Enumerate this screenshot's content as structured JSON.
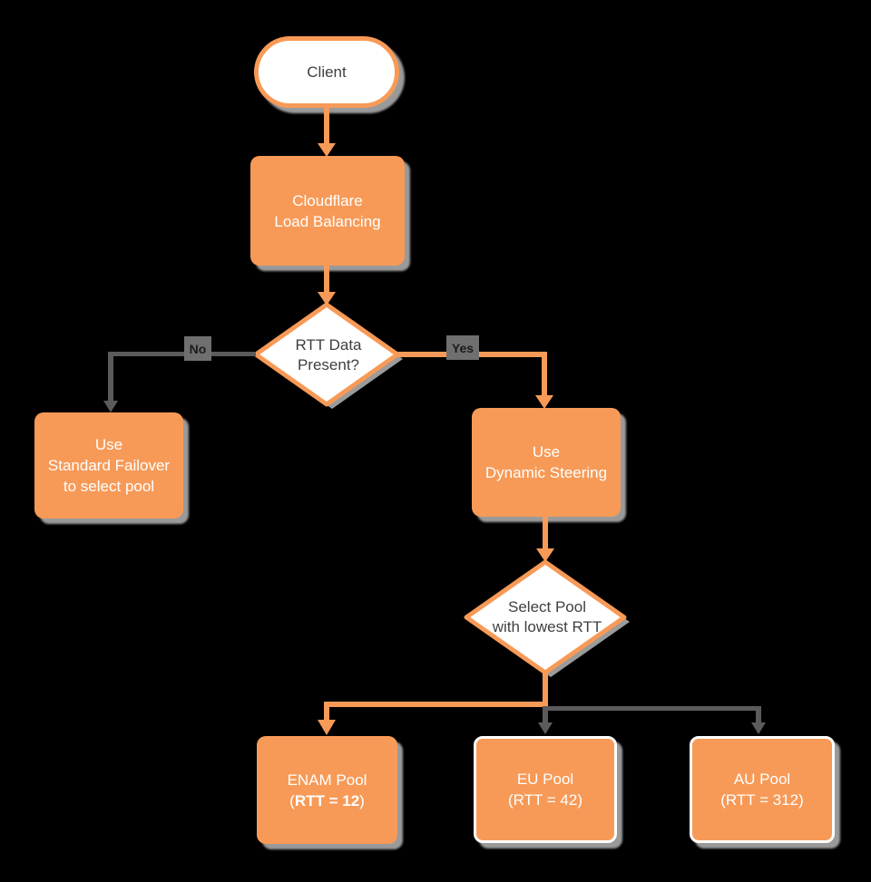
{
  "colors": {
    "node_orange": "#F79A57",
    "connector_gray": "#5B5B5B",
    "shadow_gray": "#9A9A9A",
    "background": "#000000",
    "node_text_light": "#FFFFFF",
    "node_text_dark": "#3F3F3F"
  },
  "nodes": {
    "client": {
      "label": "Client"
    },
    "load_balancing": {
      "line1": "Cloudflare",
      "line2": "Load Balancing"
    },
    "rtt_decision": {
      "line1": "RTT Data",
      "line2": "Present?"
    },
    "standard_failover": {
      "line1": "Use",
      "line2": "Standard Failover",
      "line3": "to select pool"
    },
    "dynamic_steering": {
      "line1": "Use",
      "line2": "Dynamic Steering"
    },
    "select_pool": {
      "line1": "Select Pool",
      "line2": "with lowest RTT"
    },
    "enam_pool": {
      "line1": "ENAM Pool",
      "line2_open": "(",
      "line2_bold": "RTT = 12",
      "line2_close": ")"
    },
    "eu_pool": {
      "line1": "EU Pool",
      "line2": "(RTT = 42)"
    },
    "au_pool": {
      "line1": "AU Pool",
      "line2": "(RTT = 312)"
    }
  },
  "edge_labels": {
    "no": "No",
    "yes": "Yes"
  }
}
